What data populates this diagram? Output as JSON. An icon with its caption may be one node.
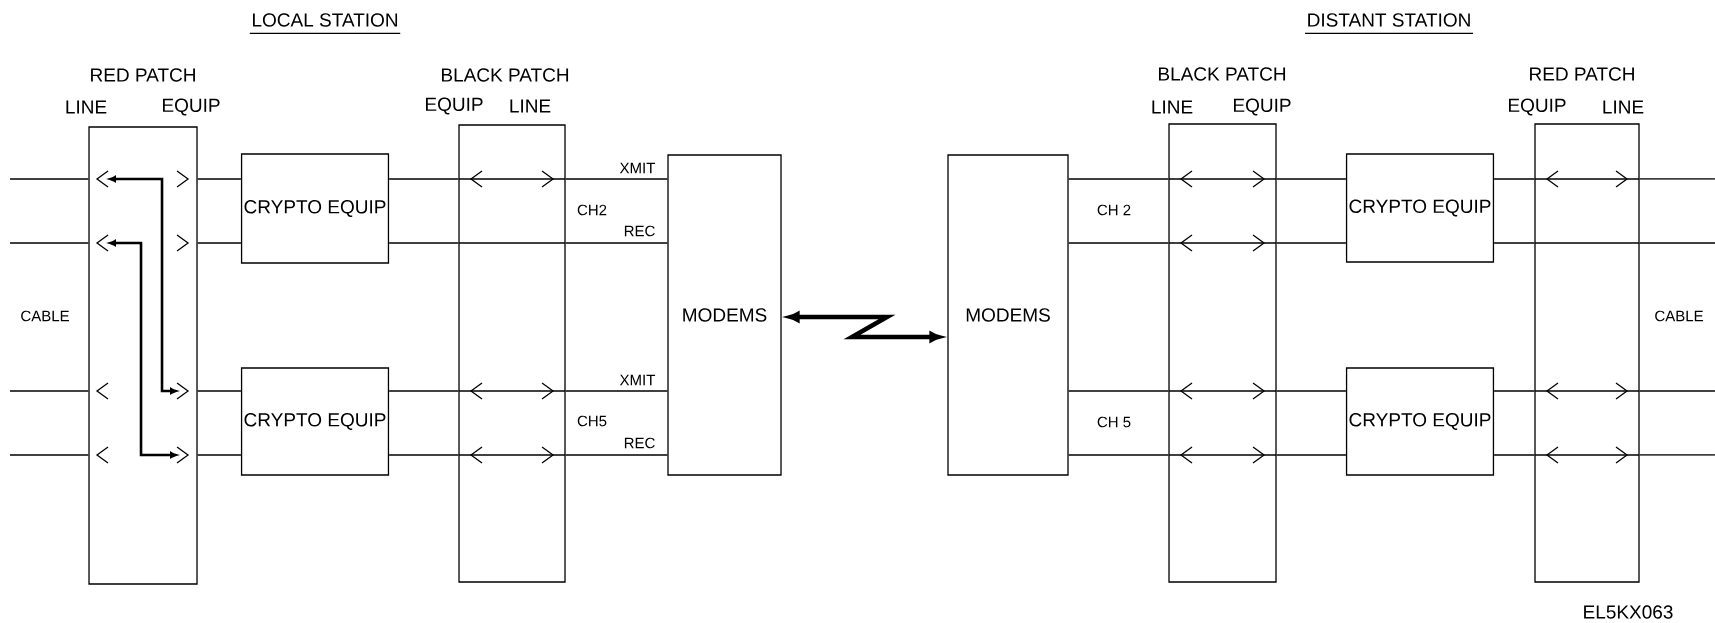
{
  "diagram": {
    "nodes": [
      {
        "text": [
          "RED PATCH",
          "LINE",
          "EQUIP"
        ]
      },
      {
        "text": [
          "CRYPTO EQUIP"
        ]
      },
      {
        "text": [
          "CRYPTO EQUIP"
        ]
      },
      {
        "text": [
          "BLACK PATCH",
          "EQUIP",
          "LINE"
        ]
      },
      {
        "text": [
          "MODEMS"
        ]
      },
      {
        "text": [
          "MODEMS"
        ]
      },
      {
        "text": [
          "BLACK PATCH",
          "LINE",
          "EQUIP"
        ]
      },
      {
        "text": [
          "CRYPTO EQUIP"
        ]
      },
      {
        "text": [
          "CRYPTO EQUIP"
        ]
      },
      {
        "text": [
          "RED PATCH",
          "EQUIP",
          "LINE"
        ]
      }
    ],
    "edges": [
      {
        "from": null,
        "to": 0,
        "arrow": "none"
      },
      {
        "from": null,
        "to": 0,
        "arrow": "none"
      },
      {
        "from": null,
        "to": 0,
        "arrow": "none"
      },
      {
        "from": null,
        "to": 0,
        "arrow": "none"
      },
      {
        "from": 0,
        "to": 1,
        "arrow": "none"
      },
      {
        "from": 0,
        "to": 1,
        "arrow": "none"
      },
      {
        "from": 0,
        "to": 2,
        "arrow": "none"
      },
      {
        "from": 0,
        "to": 2,
        "arrow": "none"
      },
      {
        "from": 1,
        "to": 3,
        "arrow": "none"
      },
      {
        "from": 1,
        "to": 3,
        "arrow": "none"
      },
      {
        "from": 2,
        "to": 3,
        "arrow": "none"
      },
      {
        "from": 2,
        "to": 3,
        "arrow": "none"
      },
      {
        "from": 3,
        "to": 4,
        "arrow": "none",
        "label": "XMIT"
      },
      {
        "from": 3,
        "to": 4,
        "arrow": "none",
        "label": "REC"
      },
      {
        "from": 3,
        "to": 4,
        "arrow": "none",
        "label": "XMIT"
      },
      {
        "from": 3,
        "to": 4,
        "arrow": "none",
        "label": "REC"
      },
      {
        "from": 4,
        "to": 5,
        "arrow": "both",
        "style": "thick"
      },
      {
        "from": 5,
        "to": 6,
        "arrow": "none"
      },
      {
        "from": 5,
        "to": 6,
        "arrow": "none"
      },
      {
        "from": 5,
        "to": 6,
        "arrow": "none"
      },
      {
        "from": 5,
        "to": 6,
        "arrow": "none"
      },
      {
        "from": 6,
        "to": 7,
        "arrow": "none"
      },
      {
        "from": 6,
        "to": 7,
        "arrow": "none"
      },
      {
        "from": 6,
        "to": 8,
        "arrow": "none"
      },
      {
        "from": 6,
        "to": 8,
        "arrow": "none"
      },
      {
        "from": 7,
        "to": 9,
        "arrow": "none"
      },
      {
        "from": 7,
        "to": 9,
        "arrow": "none"
      },
      {
        "from": 8,
        "to": 9,
        "arrow": "none"
      },
      {
        "from": 8,
        "to": 9,
        "arrow": "none"
      },
      {
        "from": 9,
        "to": null,
        "arrow": "none"
      },
      {
        "from": 9,
        "to": null,
        "arrow": "none"
      },
      {
        "from": 9,
        "to": null,
        "arrow": "none"
      },
      {
        "from": 9,
        "to": null,
        "arrow": "none"
      }
    ],
    "labels": [
      "LOCAL STATION",
      "DISTANT STATION",
      "CABLE",
      "CH2",
      "CH5",
      "CH 2",
      "CH 5",
      "CABLE",
      "EL5KX063"
    ]
  }
}
